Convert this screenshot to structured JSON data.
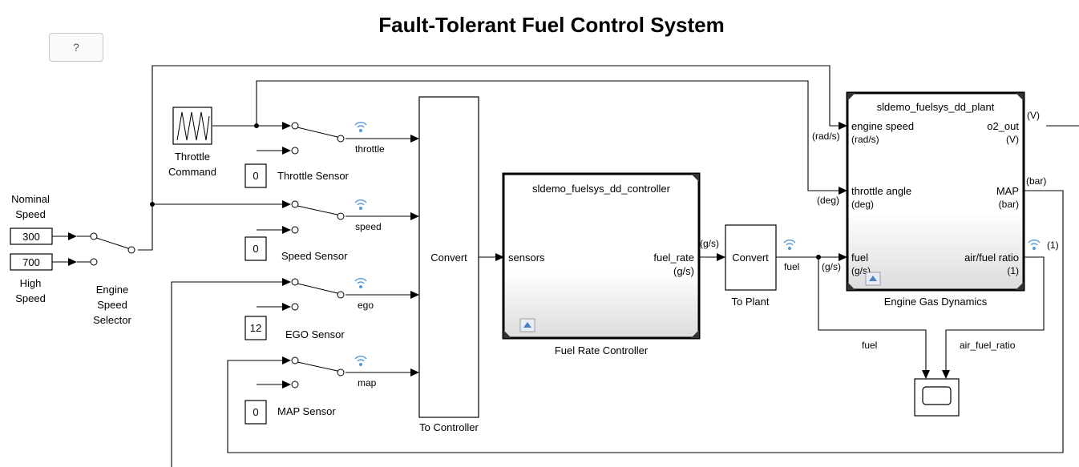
{
  "title": "Fault-Tolerant Fuel Control System",
  "help_button": "?",
  "labels": {
    "nominal_speed_1": "Nominal",
    "nominal_speed_2": "Speed",
    "high_speed_1": "High",
    "high_speed_2": "Speed",
    "selector_1": "Engine",
    "selector_2": "Speed",
    "selector_3": "Selector",
    "throttle_cmd_1": "Throttle",
    "throttle_cmd_2": "Command",
    "throttle_sensor": "Throttle Sensor",
    "speed_sensor": "Speed Sensor",
    "ego_sensor": "EGO Sensor",
    "map_sensor": "MAP Sensor",
    "to_controller": "To Controller",
    "fuel_rate_controller": "Fuel Rate Controller",
    "to_plant": "To Plant",
    "engine_gas_dynamics": "Engine Gas Dynamics"
  },
  "constants": {
    "nominal": "300",
    "high": "700",
    "throttle_fault": "0",
    "speed_fault": "0",
    "ego_fault": "12",
    "map_fault": "0"
  },
  "signals": {
    "throttle": "throttle",
    "speed": "speed",
    "ego": "ego",
    "map": "map",
    "fuel": "fuel",
    "fuel_scope": "fuel",
    "air_fuel_ratio": "air_fuel_ratio"
  },
  "convert_blocks": {
    "to_controller": "Convert",
    "to_plant": "Convert"
  },
  "controller": {
    "name": "sldemo_fuelsys_dd_controller",
    "in_port": "sensors",
    "out_port": "fuel_rate",
    "out_unit": "(g/s)",
    "wire_unit": "(g/s)"
  },
  "plant": {
    "name": "sldemo_fuelsys_dd_plant",
    "in1": "engine speed",
    "in1_unit": "(rad/s)",
    "in2": "throttle angle",
    "in2_unit": "(deg)",
    "in3": "fuel",
    "in3_unit": "(g/s)",
    "out1": "o2_out",
    "out1_unit": "(V)",
    "out2": "MAP",
    "out2_unit": "(bar)",
    "out3": "air/fuel ratio",
    "out3_unit": "(1)",
    "wire_in1": "(rad/s)",
    "wire_in2": "(deg)",
    "wire_in3": "(g/s)",
    "wire_out1": "(V)",
    "wire_out2": "(bar)",
    "wire_out3": "(1)"
  }
}
